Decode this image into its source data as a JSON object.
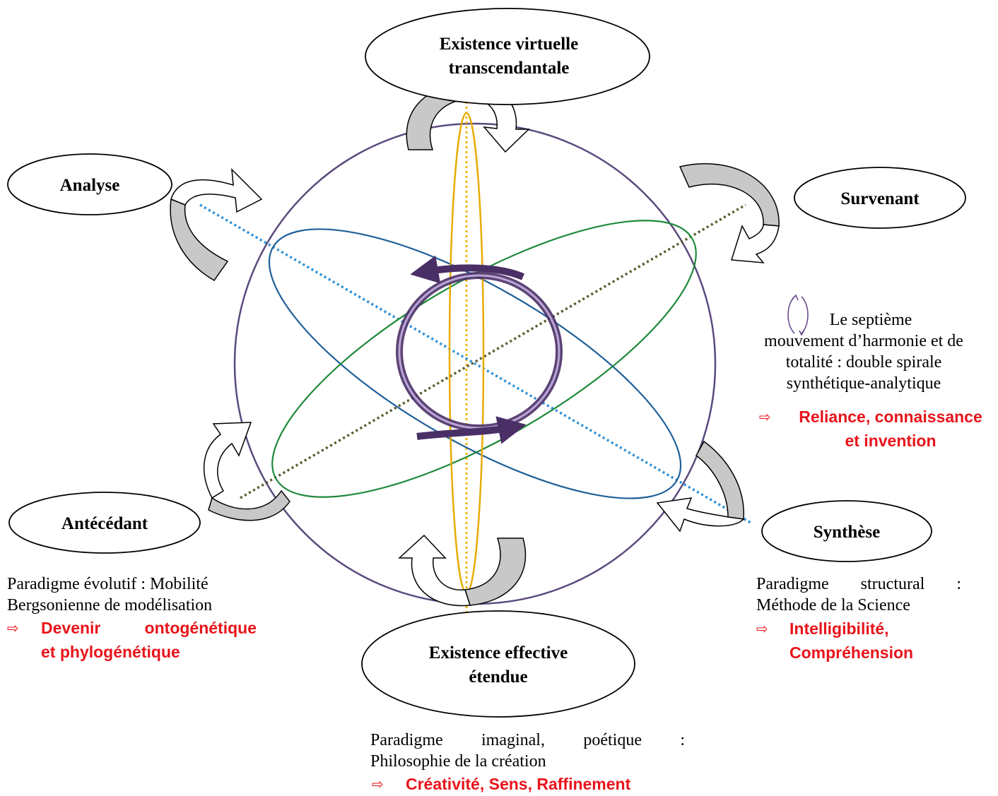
{
  "nodes": {
    "top": [
      "Existence virtuelle",
      "transcendantale"
    ],
    "bottom": [
      "Existence effective",
      "étendue"
    ],
    "analyse": "Analyse",
    "survenant": "Survenant",
    "antecedant": "Antécédant",
    "synthese": "Synthèse"
  },
  "descriptions": {
    "seventh": {
      "lines": [
        "Le septième",
        "mouvement d’harmonie et de",
        "totalité : double spirale",
        "synthétique-analytique"
      ],
      "result_lines": [
        "Reliance, connaissance",
        "et invention"
      ]
    },
    "evolutif": {
      "lines": [
        "Paradigme évolutif : Mobilité",
        "Bergsonienne de modélisation"
      ],
      "result_lines": [
        "Devenir ontogénétique",
        "et phylogénétique"
      ]
    },
    "structural": {
      "lines": [
        "Paradigme structural :",
        "Méthode de la Science"
      ],
      "result_lines": [
        "Intelligibilité,",
        "Compréhension"
      ]
    },
    "imaginal": {
      "lines": [
        "Paradigme imaginal, poétique :",
        "Philosophie de la création"
      ],
      "result_lines": [
        "Créativité, Sens, Raffinement"
      ]
    }
  },
  "colors": {
    "sphere": "#5b4a7e",
    "blue_ellipse": "#1f5f99",
    "green_ellipse": "#1f8a3a",
    "yellow_axis": "#f2b705",
    "blue_axis": "#2b8fd8",
    "olive_axis": "#5a5a2a",
    "spiral": "#4a2f66",
    "result_red": "#e8141b",
    "swirl_fill": "#c8c8c8"
  },
  "icons": {
    "result_arrow": "⇨",
    "seventh_movement": "double-spiral-icon"
  }
}
